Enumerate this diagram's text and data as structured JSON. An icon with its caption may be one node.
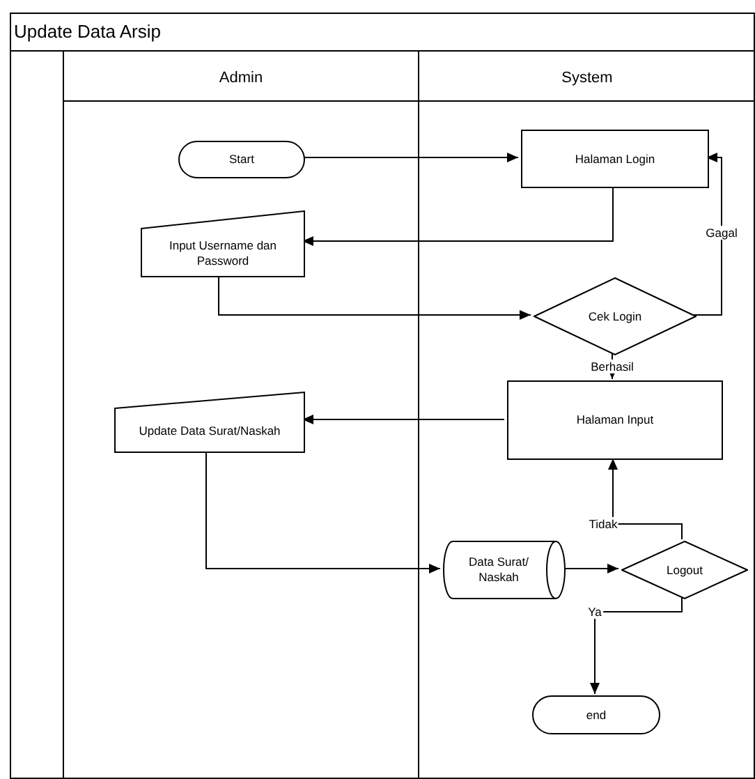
{
  "diagram": {
    "nodes": [
      {
        "text": [
          "Update Data Arsip"
        ]
      },
      {
        "text": [
          "Admin"
        ],
        "in": 0
      },
      {
        "text": [
          "System"
        ],
        "in": 0
      },
      {
        "text": [
          "Start"
        ],
        "in": 1
      },
      {
        "text": [
          "Halaman Login"
        ],
        "in": 2
      },
      {
        "text": [
          "Input Username dan Password"
        ],
        "in": 1
      },
      {
        "text": [
          "Cek Login"
        ],
        "in": 2
      },
      {
        "text": [
          "Halaman Input"
        ],
        "in": 2
      },
      {
        "text": [
          "Update Data Surat/Naskah"
        ],
        "in": 1
      },
      {
        "text": [
          "Data Surat/ Naskah"
        ],
        "in": 2
      },
      {
        "text": [
          "Logout"
        ],
        "in": 2
      },
      {
        "text": [
          "end"
        ],
        "in": 2
      }
    ],
    "edges": [
      {
        "from": 3,
        "to": 4,
        "arrow": "to"
      },
      {
        "from": 4,
        "to": 5,
        "arrow": "to"
      },
      {
        "from": 5,
        "to": 6,
        "arrow": "to"
      },
      {
        "from": 6,
        "to": 4,
        "arrow": "to",
        "label": "Gagal"
      },
      {
        "from": 6,
        "to": 7,
        "arrow": "to",
        "label": "Berhasil"
      },
      {
        "from": 7,
        "to": 8,
        "arrow": "to"
      },
      {
        "from": 8,
        "to": 9,
        "arrow": "to"
      },
      {
        "from": 9,
        "to": 10,
        "arrow": "to"
      },
      {
        "from": 10,
        "to": 7,
        "arrow": "to",
        "label": "Tidak"
      },
      {
        "from": 10,
        "to": 11,
        "arrow": "to",
        "label": "Ya"
      }
    ]
  }
}
